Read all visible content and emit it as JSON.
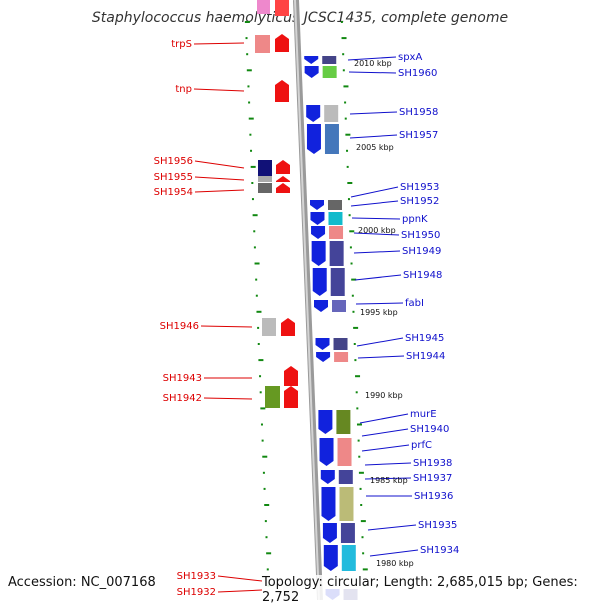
{
  "title": "Staphylococcus haemolyticus JCSC1435, complete genome",
  "footer": {
    "accession": "Accession: NC_007168",
    "summary": "Topology: circular; Length: 2,685,015 bp; Genes: 2,752"
  },
  "colors": {
    "left_label": "#dd0000",
    "right_label": "#1010cc",
    "backbone": "#888888",
    "tick": "#118811"
  },
  "kbp_labels": [
    "2010 kbp",
    "2005 kbp",
    "2000 kbp",
    "1995 kbp",
    "1990 kbp",
    "1985 kbp",
    "1980 kbp"
  ],
  "left_genes": [
    "trpS",
    "tnp",
    "SH1956",
    "SH1955",
    "SH1954",
    "SH1946",
    "SH1943",
    "SH1942",
    "SH1933",
    "SH1932"
  ],
  "right_genes": [
    "spxA",
    "SH1960",
    "SH1958",
    "SH1957",
    "SH1953",
    "SH1952",
    "ppnK",
    "SH1950",
    "SH1949",
    "SH1948",
    "fabI",
    "SH1945",
    "SH1944",
    "murE",
    "SH1940",
    "prfC",
    "SH1938",
    "SH1937",
    "SH1936",
    "SH1935",
    "SH1934"
  ]
}
